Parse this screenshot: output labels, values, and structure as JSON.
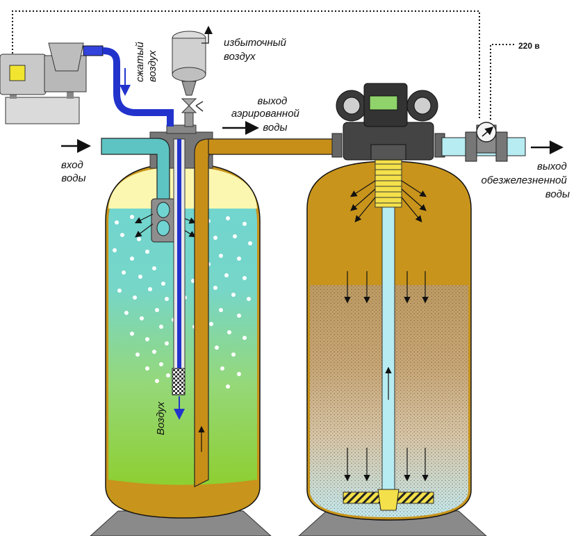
{
  "labels": {
    "water_inlet_line1": "вход",
    "water_inlet_line2": "воды",
    "compressed_air_line1": "сжатый",
    "compressed_air_line2": "воздух",
    "excess_air_line1": "избыточный",
    "excess_air_line2": "воздух",
    "aerated_outlet_line1": "выход",
    "aerated_outlet_line2": "аэрированной",
    "aerated_outlet_line3": "воды",
    "voltage": "220 в",
    "deironed_outlet_line1": "выход",
    "deironed_outlet_line2": "обезжелезненной",
    "deironed_outlet_line3": "воды",
    "air_in_tank": "Воздух"
  },
  "colors": {
    "tank_brown": "#c8941b",
    "aerator_top": "#7fd6cf",
    "aerator_mid": "#9ed86a",
    "aerator_bottom": "#8fcf22",
    "air_pocket": "#fbf7b0",
    "pipe_teal": "#5ec3c3",
    "air_line_blue": "#2233cc",
    "pipe_brown": "#c88f18",
    "base_gray": "#8a8a8a",
    "compressor_gray": "#c9c9c9",
    "lower_filter_blue": "#b6ecf2"
  },
  "icons": {
    "compressor": "air-compressor-icon",
    "control_valve": "control-head-icon",
    "pressure_gauge": "pressure-gauge-icon",
    "relief_valve": "air-release-valve-icon"
  }
}
